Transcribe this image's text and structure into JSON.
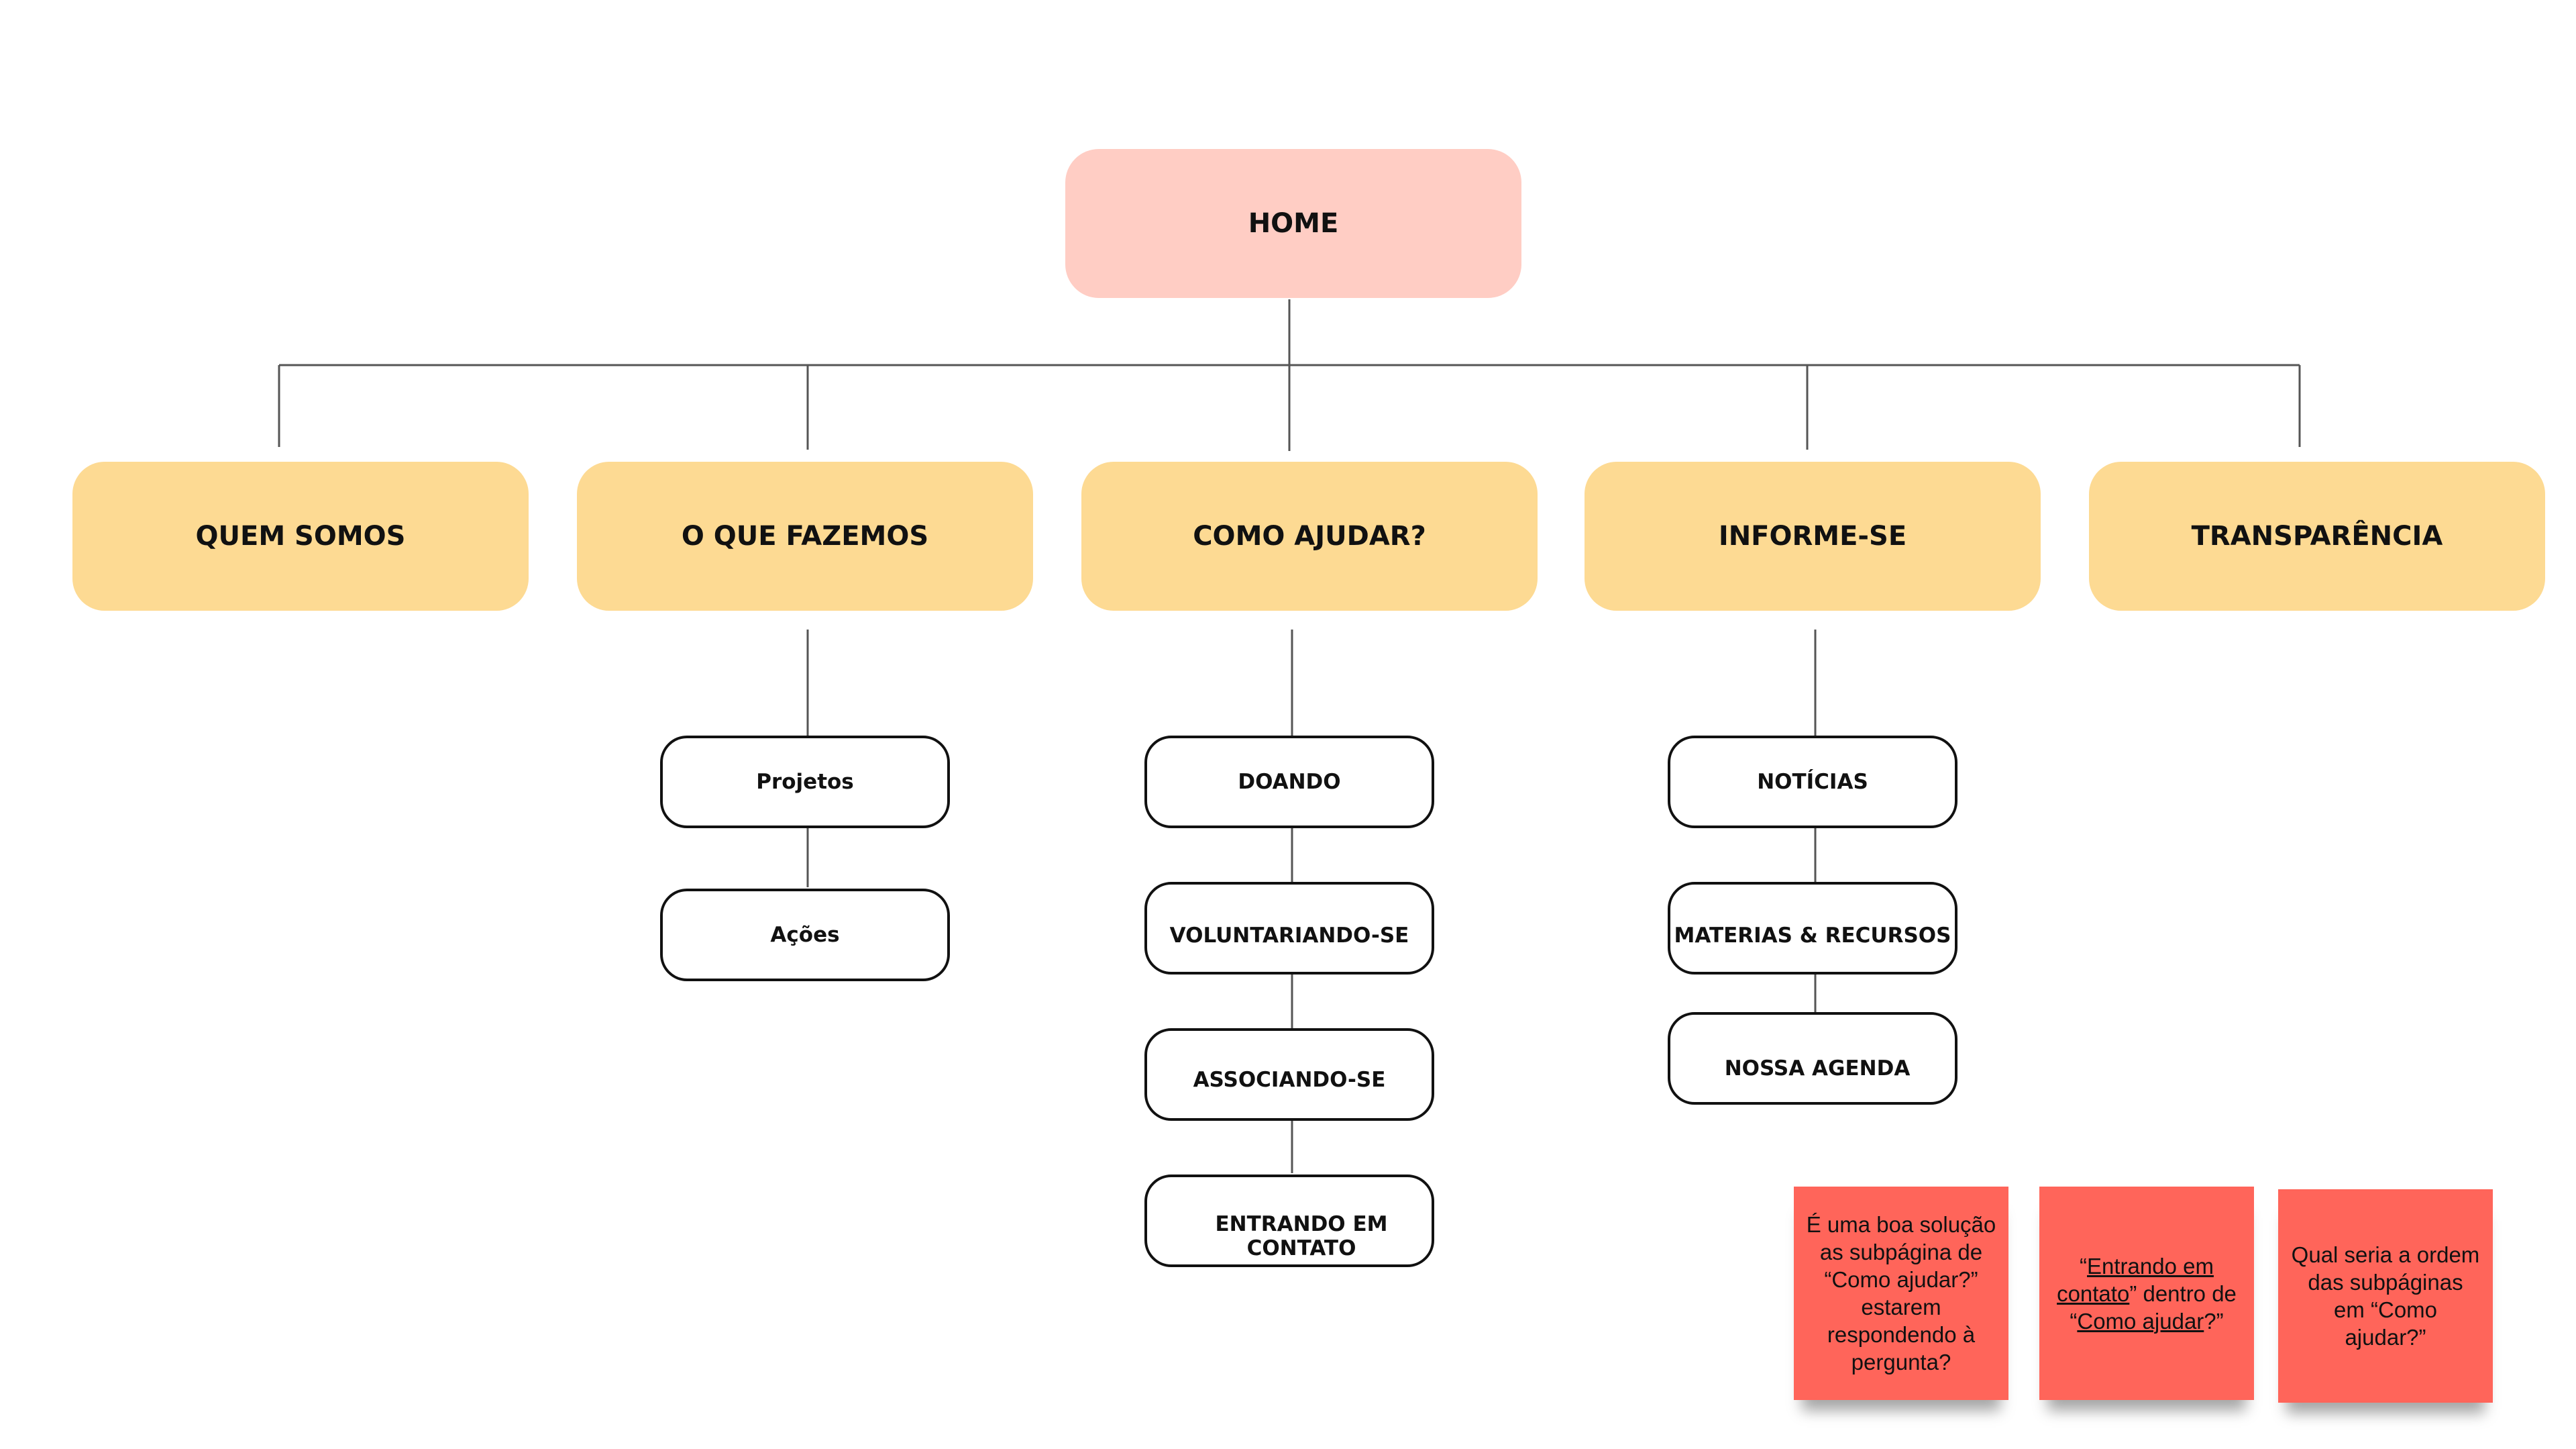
{
  "diagram": {
    "root": {
      "label": "HOME"
    },
    "sections": [
      {
        "label": "QUEM SOMOS",
        "children": []
      },
      {
        "label": "O QUE FAZEMOS",
        "children": [
          "Projetos",
          "Ações"
        ]
      },
      {
        "label": "COMO AJUDAR?",
        "children": [
          "DOANDO",
          "VOLUNTARIANDO-SE",
          "ASSOCIANDO-SE",
          "ENTRANDO EM CONTATO"
        ]
      },
      {
        "label": "INFORME-SE",
        "children": [
          "NOTÍCIAS",
          "MATERIAS & RECURSOS",
          "NOSSA AGENDA"
        ]
      },
      {
        "label": "TRANSPARÊNCIA",
        "children": []
      }
    ]
  },
  "notes": {
    "note1": "É uma boa solução as subpágina de “Como ajudar?” estarem respondendo à pergunta?",
    "note2": {
      "p1": "“",
      "p2": "Entrando em contato",
      "p3": "” dentro de “",
      "p4": "Como ajudar",
      "p5": "?”"
    },
    "note3": "Qual seria a ordem das subpáginas em “Como ajudar?”"
  },
  "colors": {
    "root_fill": "#ffcdc4",
    "section_fill": "#fdda93",
    "sticky_fill": "#ff655a",
    "line": "#555555"
  }
}
